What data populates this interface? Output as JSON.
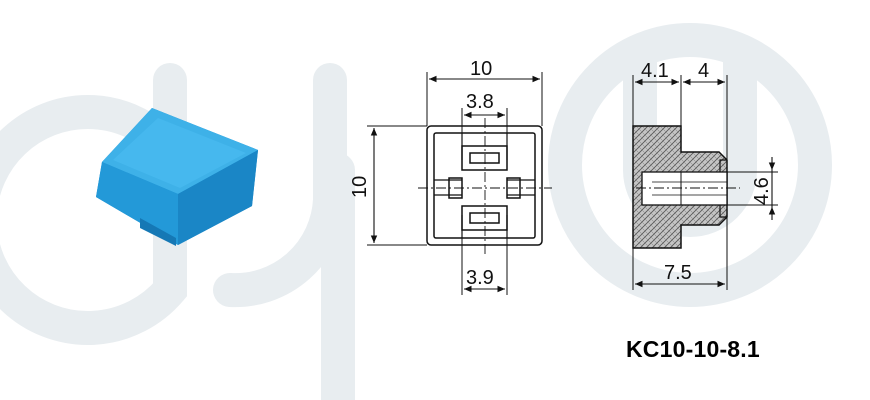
{
  "colors": {
    "watermark": "#e9eef1",
    "cap_top": "#3fb0e6",
    "cap_side": "#1d8fd0",
    "line": "#111111",
    "hatch_fill": "#bdbdbd"
  },
  "watermark": {
    "text": "dy"
  },
  "front_view": {
    "width_label": "10",
    "top_slot_label": "3.8",
    "bottom_slot_label": "3.9",
    "height_label": "10"
  },
  "side_view": {
    "flange_label": "4.1",
    "stem_label": "4",
    "hole_label": "4.6",
    "total_length_label": "7.5"
  },
  "part_code": "KC10-10-8.1"
}
